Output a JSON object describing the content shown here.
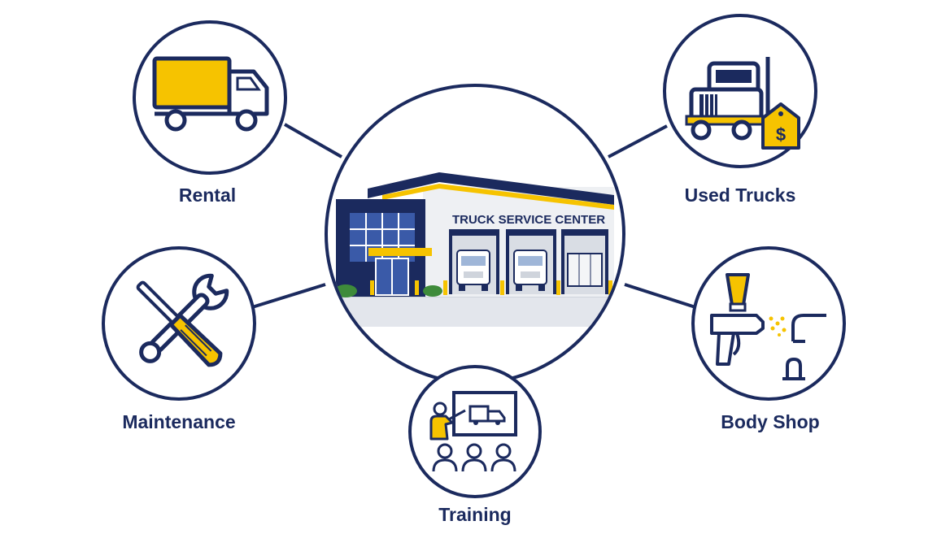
{
  "colors": {
    "navy": "#1b2a5e",
    "yellow": "#f6c300",
    "white": "#ffffff",
    "light_gray": "#e9ecf1"
  },
  "center": {
    "sign": "TRUCK SERVICE CENTER"
  },
  "services": {
    "rental": {
      "label": "Rental",
      "icon": "box-truck-icon"
    },
    "used_trucks": {
      "label": "Used Trucks",
      "icon": "semi-truck-price-tag-icon",
      "tag_symbol": "$"
    },
    "maintenance": {
      "label": "Maintenance",
      "icon": "wrench-screwdriver-icon"
    },
    "body_shop": {
      "label": "Body Shop",
      "icon": "spray-gun-icon"
    },
    "training": {
      "label": "Training",
      "icon": "presentation-class-icon"
    }
  }
}
